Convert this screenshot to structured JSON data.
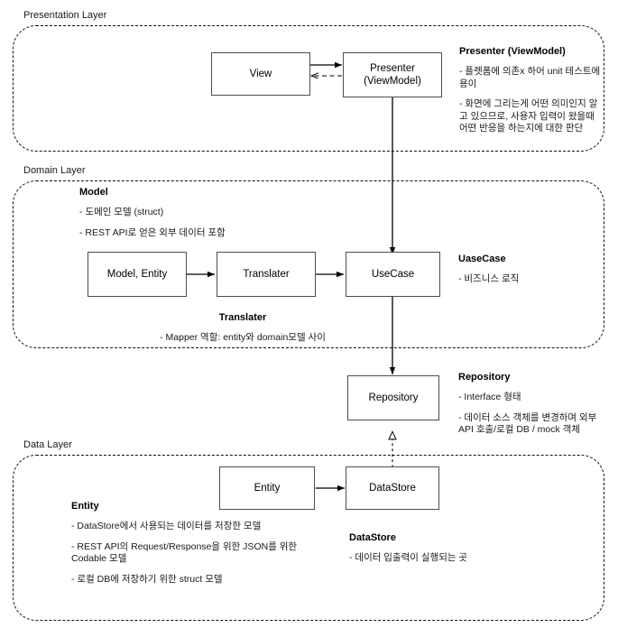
{
  "diagram": {
    "title": "Clean Architecture Layer Diagram",
    "colors": {
      "background": "#ffffff",
      "box_border": "#4d4d4d",
      "layer_border": "#111111",
      "text": "#000000",
      "connector": "#000000"
    }
  },
  "layers": [
    {
      "id": "presentation",
      "caption": "Presentation Layer"
    },
    {
      "id": "domain",
      "caption": "Domain Layer"
    },
    {
      "id": "data",
      "caption": "Data Layer"
    }
  ],
  "nodes": {
    "view": {
      "label": "View"
    },
    "presenter": {
      "line1": "Presenter",
      "line2": "(ViewModel)"
    },
    "model_entity": {
      "label": "Model, Entity"
    },
    "translater": {
      "label": "Translater"
    },
    "usecase": {
      "label": "UseCase"
    },
    "repository": {
      "label": "Repository"
    },
    "entity": {
      "label": "Entity"
    },
    "datastore": {
      "label": "DataStore"
    }
  },
  "annotations": {
    "presenter": {
      "title": "Presenter (ViewModel)",
      "lines": [
        "- 플렛폼에 의존x 하어 unit 테스트에 용이",
        "- 화면에 그리는게 어떤 의미인지 알고 있으므로, 사용자 입력이 왔을때 어떤 반응을 하는지에 대한 판단"
      ]
    },
    "model": {
      "title": "Model",
      "lines": [
        "- 도메인 모델 (struct)",
        "- REST API로 얻은 외부 데이터 포함"
      ]
    },
    "usecase": {
      "title": "UaseCase",
      "lines": [
        "- 비즈니스 로직"
      ]
    },
    "translater": {
      "title": "Translater",
      "lines": [
        "- Mapper 역할: entity와 domain모델 사이"
      ]
    },
    "repository": {
      "title": "Repository",
      "lines": [
        "- Interface 형태",
        "- 데이터 소스 객체를 변경하며 외부 API 호출/로컬 DB / mock 객체"
      ]
    },
    "entity": {
      "title": "Entity",
      "lines": [
        "- DataStore에서 사용되는 데이터를 저장한 모델",
        "- REST API의 Request/Response을 위한 JSON를 위한 Codable 모델",
        "- 로컬 DB에 저장하기 위한 struct 모델"
      ]
    },
    "datastore": {
      "title": "DataStore",
      "lines": [
        "- 데이터 입출력이 실행되는 곳"
      ]
    }
  },
  "connectors": [
    {
      "id": "view-to-presenter",
      "from": "view",
      "to": "presenter",
      "style": "solid",
      "arrow": "filled",
      "direction": "right"
    },
    {
      "id": "presenter-to-view",
      "from": "presenter",
      "to": "view",
      "style": "dashed",
      "arrow": "open",
      "direction": "left"
    },
    {
      "id": "presenter-to-usecase",
      "from": "presenter",
      "to": "usecase",
      "style": "solid",
      "arrow": "filled",
      "direction": "down"
    },
    {
      "id": "model-to-translater",
      "from": "model_entity",
      "to": "translater",
      "style": "solid",
      "arrow": "filled",
      "direction": "both"
    },
    {
      "id": "translater-to-usecase",
      "from": "translater",
      "to": "usecase",
      "style": "solid",
      "arrow": "filled",
      "direction": "both"
    },
    {
      "id": "usecase-to-repository",
      "from": "usecase",
      "to": "repository",
      "style": "solid",
      "arrow": "filled",
      "direction": "down"
    },
    {
      "id": "datastore-to-repository",
      "from": "datastore",
      "to": "repository",
      "style": "dotted",
      "arrow": "hollow-triangle",
      "direction": "up"
    },
    {
      "id": "entity-to-datastore",
      "from": "entity",
      "to": "datastore",
      "style": "solid",
      "arrow": "filled",
      "direction": "both"
    }
  ]
}
